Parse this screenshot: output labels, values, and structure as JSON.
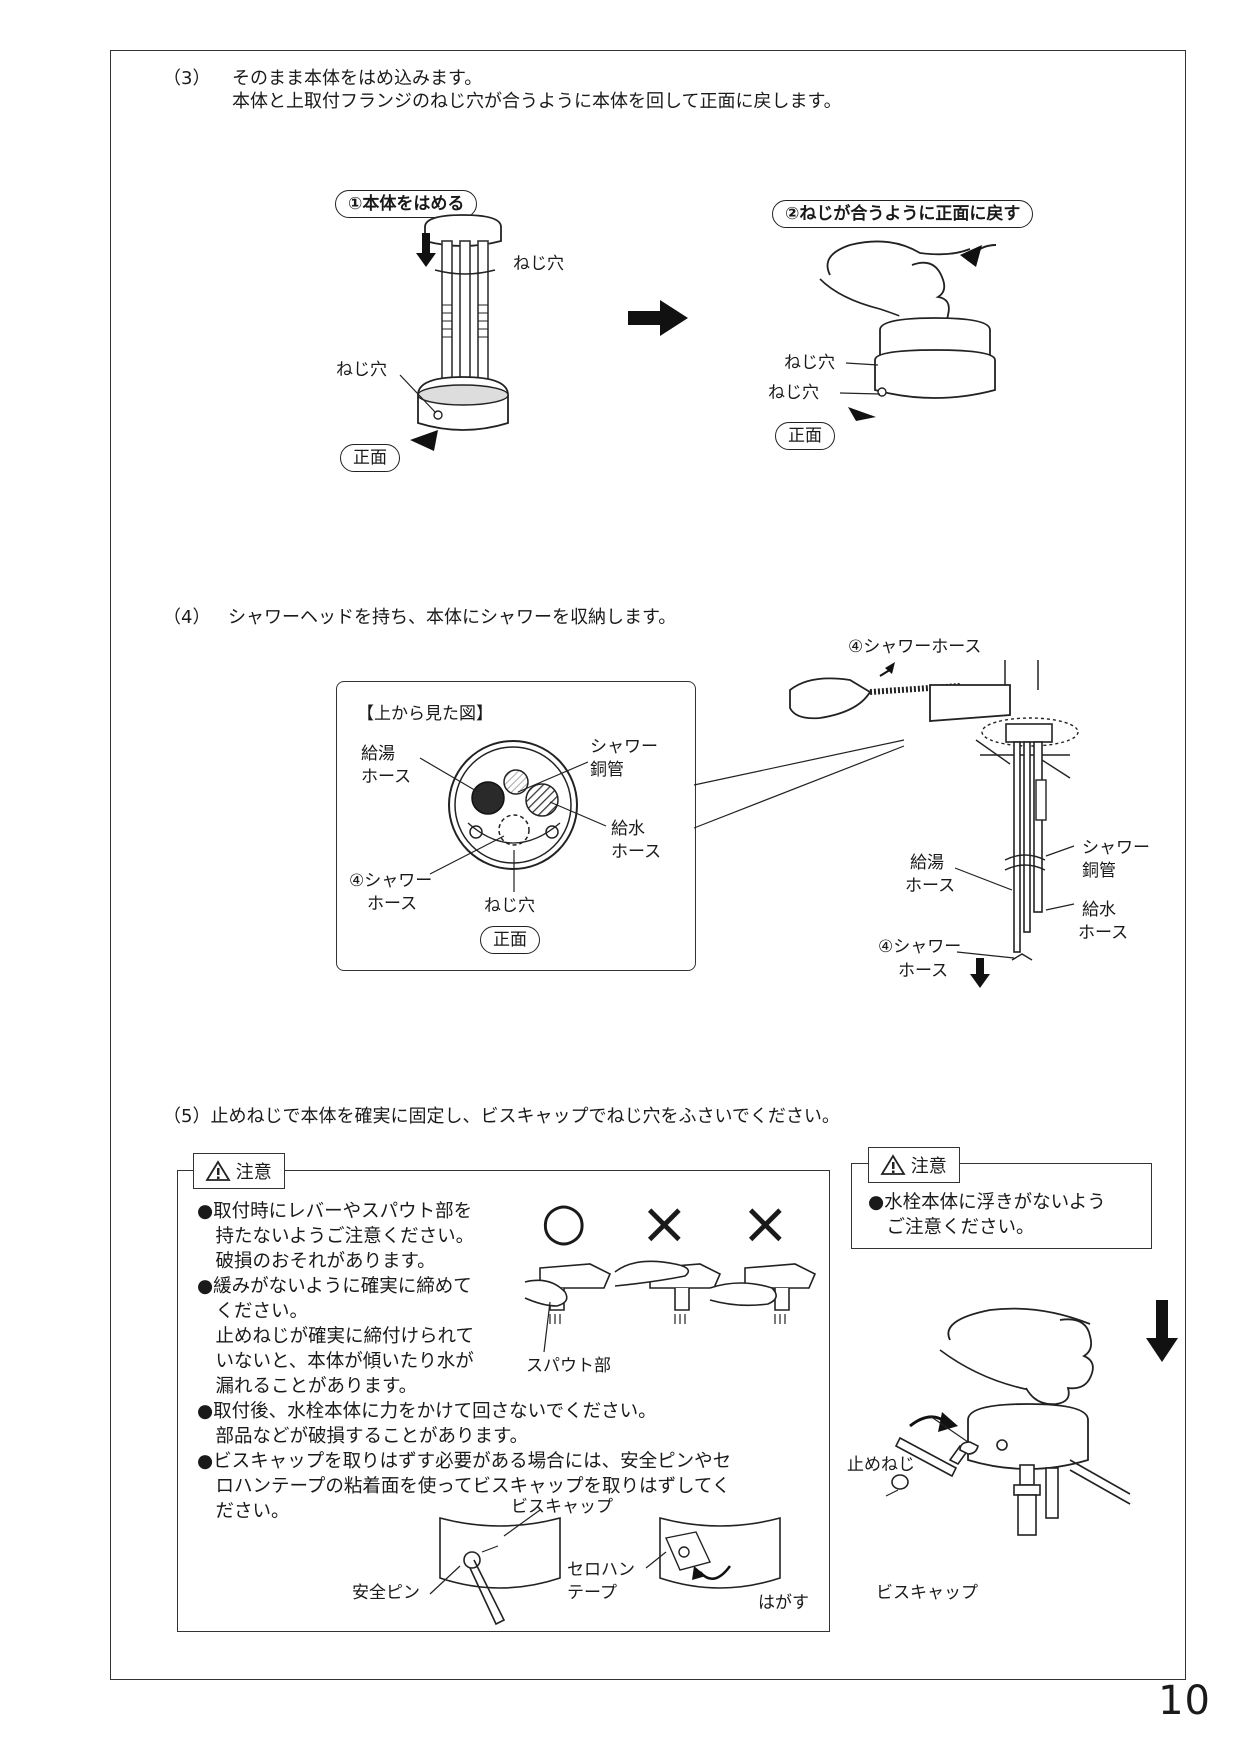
{
  "page_number": "10",
  "step3": {
    "num": "（3）",
    "line1": "そのまま本体をはめ込みます。",
    "line2": "本体と上取付フランジのねじ穴が合うように本体を回して正面に戻します。",
    "left_badge": "①本体をはめる",
    "right_badge": "②ねじが合うように正面に戻す",
    "label_screw_hole": "ねじ穴",
    "label_front": "正面"
  },
  "step4": {
    "num": "（4）",
    "text": "シャワーヘッドを持ち、本体にシャワーを収納します。",
    "inset_title": "【上から見た図】",
    "hot_hose_1": "給湯",
    "hot_hose_2": "ホース",
    "shower_pipe_1": "シャワー",
    "shower_pipe_2": "銅管",
    "cold_hose_1": "給水",
    "cold_hose_2": "ホース",
    "shower_hose_1": "④シャワー",
    "shower_hose_2": "ホース",
    "screw_hole": "ねじ穴",
    "front": "正面",
    "shower_hose_full": "④シャワーホース"
  },
  "step5": {
    "text": "（5）止めねじで本体を確実に固定し、ビスキャップでねじ穴をふさいでください。",
    "caution_label": "注意",
    "bullets_a": [
      "●取付時にレバーやスパウト部を",
      "　持たないようご注意ください。",
      "　破損のおそれがあります。",
      "●緩みがないように確実に締めて",
      "　ください。",
      "　止めねじが確実に締付けられて",
      "　いないと、本体が傾いたり水が",
      "　漏れることがあります。"
    ],
    "bullets_b": [
      "●取付後、水栓本体に力をかけて回さないでください。",
      "　部品などが破損することがあります。",
      "●ビスキャップを取りはずす必要がある場合には、安全ピンやセ",
      "　ロハンテープの粘着面を使ってビスキャップを取りはずしてく",
      "　ださい。"
    ],
    "mark_ok": "○",
    "mark_ng": "×",
    "spout": "スパウト部",
    "bis_cap": "ビスキャップ",
    "safety_pin": "安全ピン",
    "cello_1": "セロハン",
    "cello_2": "テープ",
    "peel": "はがす",
    "caution2_line1": "●水栓本体に浮きがないよう",
    "caution2_line2": "　ご注意ください。",
    "set_screw": "止めねじ",
    "bis_cap_2": "ビスキャップ"
  }
}
